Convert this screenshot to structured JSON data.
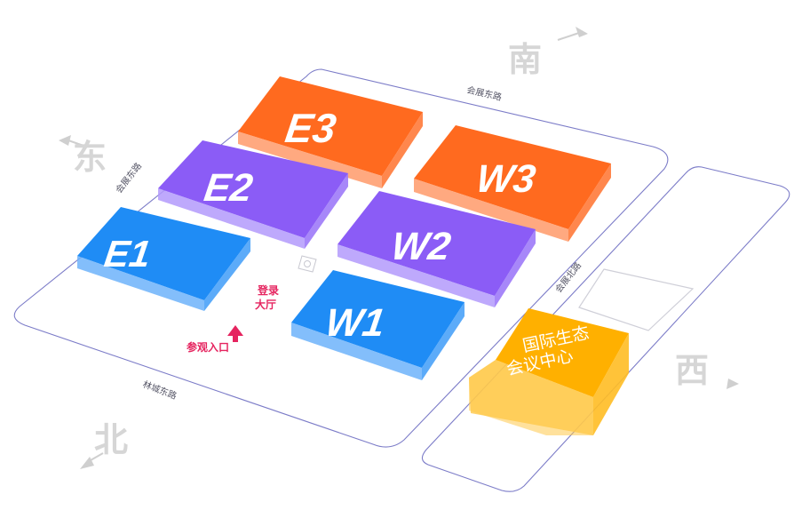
{
  "map": {
    "compass": {
      "south": "南",
      "east": "东",
      "west": "西",
      "north": "北"
    },
    "roads": {
      "top": "会展东路",
      "left": "会展东路",
      "middle": "会展北路",
      "bottom": "林城东路"
    },
    "halls": [
      {
        "id": "E3",
        "label": "E3",
        "color": "#ff5a12"
      },
      {
        "id": "E2",
        "label": "E2",
        "color": "#8a5cf6"
      },
      {
        "id": "E1",
        "label": "E1",
        "color": "#1f8cf5"
      },
      {
        "id": "W3",
        "label": "W3",
        "color": "#ff5a12"
      },
      {
        "id": "W2",
        "label": "W2",
        "color": "#8a5cf6"
      },
      {
        "id": "W1",
        "label": "W1",
        "color": "#1f8cf5"
      }
    ],
    "conference_center": {
      "line1": "国际生态",
      "line2": "会议中心",
      "color": "#ffb300"
    },
    "registration": {
      "line1": "登录",
      "line2": "大厅"
    },
    "entrance": "参观入口"
  }
}
